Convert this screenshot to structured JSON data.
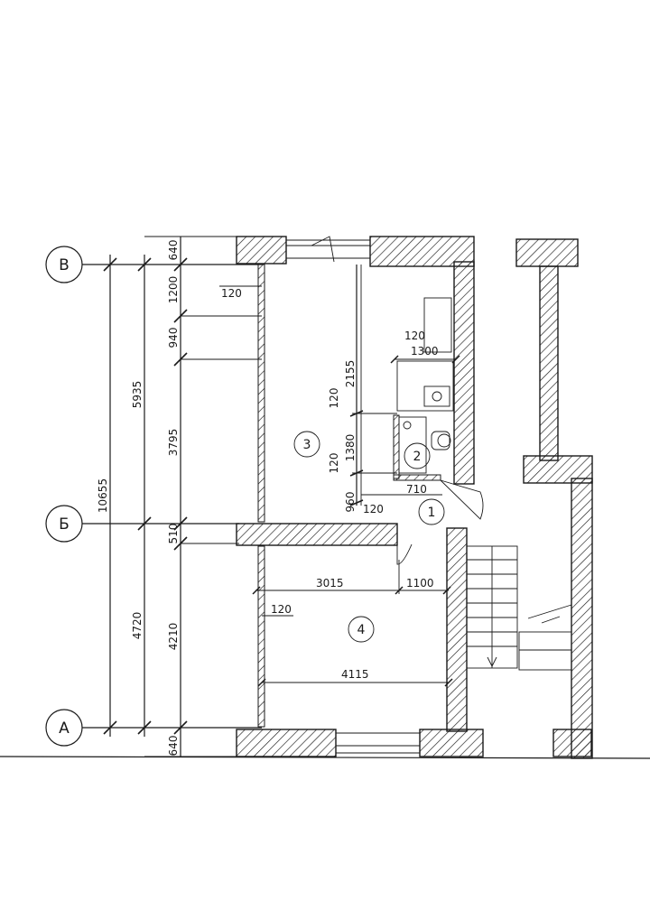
{
  "axes": {
    "v": "В",
    "b": "Б",
    "a": "А"
  },
  "dims_outer": {
    "total": "10655",
    "upper": "5935",
    "lower": "4720"
  },
  "dims_inner": {
    "top_wall": "640",
    "d1200": "1200",
    "d940": "940",
    "d3795": "3795",
    "d510": "510",
    "d4210": "4210",
    "bottom_wall": "640"
  },
  "dims_room": {
    "w120_top": "120",
    "w120_kitchen": "120",
    "d1300": "1300",
    "d2155": "2155",
    "d120_a": "120",
    "d1380": "1380",
    "d120_b": "120",
    "d960": "960",
    "d120_c": "120",
    "d710": "710",
    "d3015": "3015",
    "d1100": "1100",
    "w120_lower": "120",
    "d4115": "4115"
  },
  "rooms": {
    "r1": "1",
    "r2": "2",
    "r3": "3",
    "r4": "4"
  },
  "icons": [
    "axis-marker",
    "dimension-tick",
    "door-swing",
    "stair",
    "sink",
    "toilet",
    "bathtub"
  ]
}
